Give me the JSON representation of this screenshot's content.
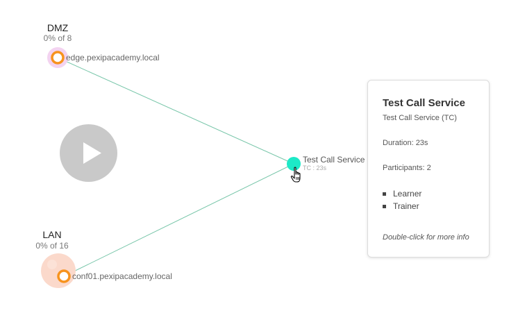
{
  "locations": [
    {
      "name": "DMZ",
      "usage": "0% of 8",
      "node": "edge.pexipacademy.local"
    },
    {
      "name": "LAN",
      "usage": "0% of 16",
      "node": "conf01.pexipacademy.local"
    }
  ],
  "conference": {
    "name": "Test Call Service",
    "sub": "TC : 23s",
    "color": "#1de9c7"
  },
  "tooltip": {
    "title": "Test Call Service",
    "subtitle": "Test Call Service (TC)",
    "duration": "Duration: 23s",
    "participants": "Participants: 2",
    "participant_list": [
      "Learner",
      "Trainer"
    ],
    "hint": "Double-click for more info"
  },
  "colors": {
    "node_ring": "#f7931e",
    "link": "#76c5a8",
    "play_button": "#c9c9c9"
  },
  "icons": {
    "play": "play-icon",
    "cursor": "hand-pointer-icon"
  }
}
